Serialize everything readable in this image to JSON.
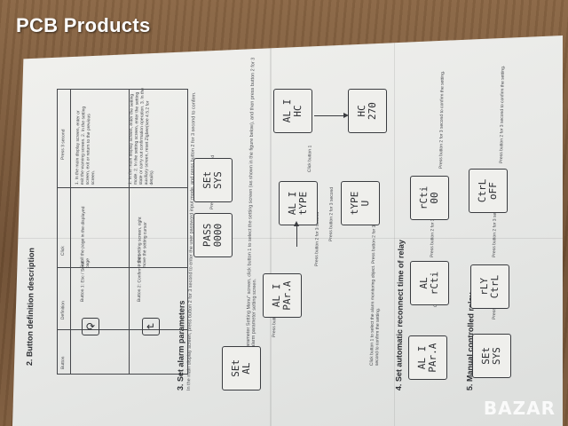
{
  "brand": {
    "title": "PCB Products"
  },
  "watermark": "BAZAR",
  "sections": {
    "s2": "2. Button definition description",
    "s3": "3. Set alarm parameters",
    "s3_text1": "In the main display screen, press button 2 for 3 second to enter the user password input mode, and press button 2 for 3 second to confirm.",
    "s3_text2": "After entering the \"Parameter Setting Menu\" screen, click button 1 to select the setting screen (as shown in the figure below), and then press button 2 for 3 second to enter the alarm parameter setting screen.",
    "s4": "4. Set automatic reconnect time of relay",
    "s5": "5. Manual controlled relay"
  },
  "table": {
    "headers": [
      "Button",
      "Definition",
      "Click",
      "Press 3 second"
    ],
    "row1": {
      "definition": "Button 1: Esc / Scroll",
      "click": "Scroll the page in the displayed page",
      "press": "1. In the main display screen, enter or exit the warning screen. 2. In the setting screen, exit or return to the previous screen."
    },
    "row2": {
      "definition": "Button 2: Confirm / Shift",
      "click": "In the setting screen, right move the setting cursor",
      "press": "1. In the main display screen, enter the setting mode. 2. In the setting screen, enter the setting state or carry out confirmation operation. 3. In the auxiliary screen, reset Zigbee(see 4.5.2 for details)"
    }
  },
  "icons": {
    "button1": "refresh-icon",
    "button2": "return-icon"
  },
  "lcd": {
    "pass": "PASS\n0000",
    "set_sys_1": "SEt\nSYS",
    "set_al": "SEt\nAL",
    "al1_para": "AL I\nPAr.A",
    "al1_type": "AL I\ntYPE",
    "type_u": "tYPE\nU",
    "al1_hc": "AL I\nHC",
    "hc_270": "HC\n270",
    "al1_para_2": "AL I\nPAr.A",
    "al_rcti": "AL\nrCti",
    "rcti_00": "rCti\n00",
    "set_sys_2": "SEt\nSYS",
    "rly_ctrl": "rLY\nCtrL",
    "ctrl_off": "CtrL\noFF"
  },
  "captions": {
    "press2_3s": "Press button 2 for 3 second",
    "click1": "Click button 1",
    "click1_select": "Click button 1 to select the alarm monitoring object. Press button 2 for 3 second to confirm the setting.",
    "press2_confirm": "Press button 2 for 3 second to confirm the setting."
  }
}
